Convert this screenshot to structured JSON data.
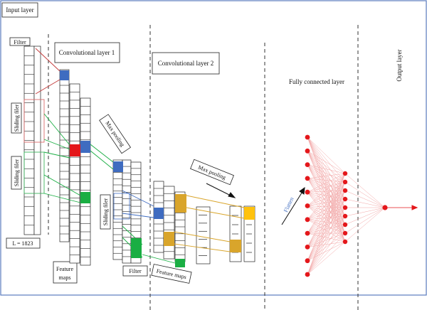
{
  "labels": {
    "input_layer": "Input layer",
    "filter_top": "Filter",
    "conv1": "Convolutional layer 1",
    "conv2": "Convolutional layer 2",
    "fully_connected": "Fully connected layer",
    "output_layer": "Output layer",
    "sliding_filer_1": "Sliding filer",
    "sliding_filer_2": "Sliding filer",
    "sliding_filer_3": "Sliding filer",
    "max_pooling_1": "Max pooling",
    "max_pooling_2": "Max pooling",
    "flatten": "Flatten",
    "length": "L = 1823",
    "feature_maps_1a": "Feature",
    "feature_maps_1b": "maps",
    "filter_bottom": "Filter",
    "feature_maps_2": "Feature maps"
  },
  "colors": {
    "blue": "#3f6cc0",
    "red": "#e4171b",
    "green": "#1aae43",
    "gold": "#d9a52b",
    "yellow": "#ffc20e",
    "network": "#f2a6a6",
    "node": "#e4171b",
    "frame": "#5a7bbf",
    "grid": "#222222"
  },
  "network": {
    "input_nodes": 11,
    "hidden_nodes": 9,
    "output_nodes": 1
  }
}
